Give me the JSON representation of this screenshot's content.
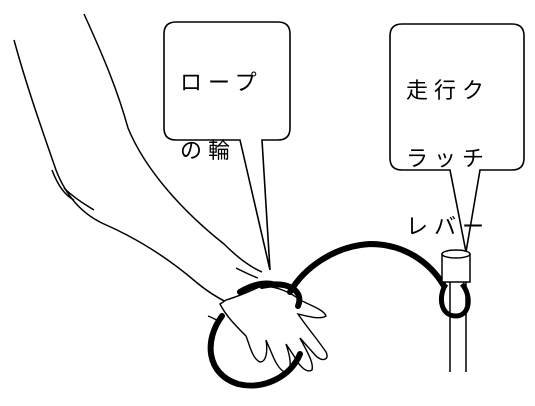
{
  "callouts": {
    "rope": {
      "line1": "ロープ",
      "line2": "の輪"
    },
    "lever": {
      "line1": "走行ク",
      "line2": "ラッチ",
      "line3": "レバー"
    }
  },
  "colors": {
    "stroke": "#000000",
    "background": "#ffffff"
  },
  "parts": [
    "arm",
    "hand",
    "rope-loop",
    "rope",
    "clutch-lever",
    "lever-knob"
  ]
}
